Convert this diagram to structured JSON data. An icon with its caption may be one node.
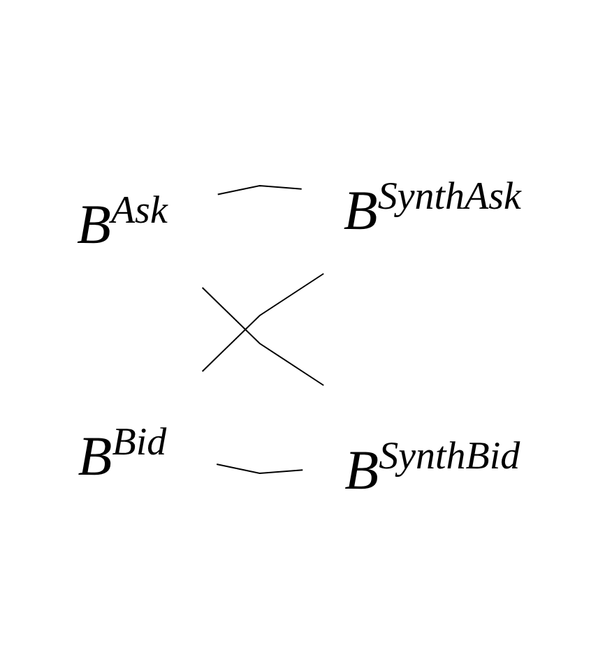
{
  "diagram": {
    "nodes": [
      {
        "text": [
          "B$^{Ask}$"
        ]
      },
      {
        "text": [
          "B$^{Bid}$"
        ]
      },
      {
        "text": [
          "B$^{SynthAsk}$"
        ]
      },
      {
        "text": [
          "B$^{SynthBid}$"
        ]
      }
    ],
    "edges": [
      {
        "from": 0,
        "to": 2,
        "arrow": "none"
      },
      {
        "from": 0,
        "to": 3,
        "arrow": "none"
      },
      {
        "from": 1,
        "to": 2,
        "arrow": "none"
      },
      {
        "from": 1,
        "to": 3,
        "arrow": "none"
      }
    ]
  }
}
